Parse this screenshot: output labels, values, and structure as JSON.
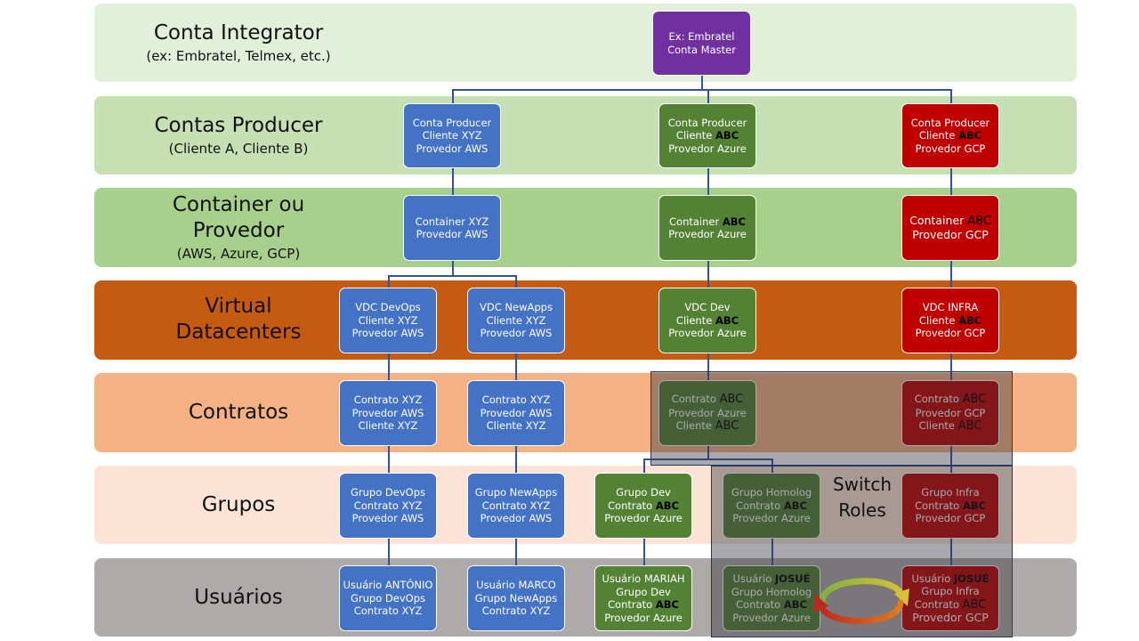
{
  "bands": [
    {
      "title": "Conta Integrator",
      "subtitle": "(ex: Embratel, Telmex,  etc.)",
      "color": "#e2efd9"
    },
    {
      "title": "Contas Producer",
      "subtitle": "(Cliente A, Cliente B)",
      "color": "#c5e0b3"
    },
    {
      "title": "Container ou Provedor",
      "subtitle": "(AWS, Azure, GCP)",
      "color": "#a8d08d"
    },
    {
      "title": "Virtual Datacenters",
      "subtitle": "",
      "color": "#c55a11"
    },
    {
      "title": "Contratos",
      "subtitle": "",
      "color": "#f4b183"
    },
    {
      "title": "Grupos",
      "subtitle": "",
      "color": "#fbe4d5"
    },
    {
      "title": "Usuários",
      "subtitle": "",
      "color": "#aeaaaa"
    }
  ],
  "container_title_lines": [
    "Container ou",
    "Provedor"
  ],
  "vdc_title_lines": [
    "Virtual",
    "Datacenters"
  ],
  "switch_roles_lines": [
    "Switch",
    "Roles"
  ],
  "nodes": {
    "master": [
      "Ex: Embratel",
      "Conta Master"
    ],
    "producer_xyz": [
      "Conta Producer",
      "Cliente XYZ",
      "Provedor AWS"
    ],
    "producer_abc_azure": [
      "Conta Producer",
      "Cliente ",
      "ABC",
      "Provedor Azure"
    ],
    "producer_abc_gcp": [
      "Conta Producer",
      "Cliente ",
      "ABC",
      "Provedor GCP"
    ],
    "container_xyz": [
      "Container XYZ",
      "Provedor AWS"
    ],
    "container_abc_azure": [
      "Container ",
      "ABC",
      "Provedor Azure"
    ],
    "container_abc_gcp": [
      "Container ",
      "ABC",
      "Provedor  GCP"
    ],
    "vdc_devops": [
      "VDC DevOps",
      "Cliente XYZ",
      "Provedor AWS"
    ],
    "vdc_newapps": [
      "VDC NewApps",
      "Cliente XYZ",
      "Provedor AWS"
    ],
    "vdc_dev": [
      "VDC Dev",
      "Cliente ",
      "ABC",
      "Provedor Azure"
    ],
    "vdc_infra": [
      "VDC INFRA",
      "Cliente ",
      "ABC",
      "Provedor GCP"
    ],
    "contrato_xyz_1": [
      "Contrato XYZ",
      "Provedor AWS",
      "Cliente XYZ"
    ],
    "contrato_xyz_2": [
      "Contrato XYZ",
      "Provedor AWS",
      "Cliente XYZ"
    ],
    "contrato_abc_azure": [
      "Contrato ",
      "ABC",
      "Provedor Azure",
      "Cliente ",
      "ABC"
    ],
    "contrato_abc_gcp": [
      "Contrato ",
      "ABC",
      "Provedor GCP",
      "Cliente ",
      "ABC"
    ],
    "grupo_devops": [
      "Grupo DevOps",
      "Contrato XYZ",
      "Provedor AWS"
    ],
    "grupo_newapps": [
      "Grupo NewApps",
      "Contrato XYZ",
      "Provedor AWS"
    ],
    "grupo_dev": [
      "Grupo Dev",
      "Contrato ",
      "ABC",
      "Provedor Azure"
    ],
    "grupo_homolog": [
      "Grupo Homolog",
      "Contrato ",
      "ABC",
      "Provedor Azure"
    ],
    "grupo_infra": [
      "Grupo Infra",
      "Contrato ",
      "ABC",
      "Provedor GCP"
    ],
    "user_antonio": [
      "Usuário ANTÔNIO",
      "Grupo DevOps",
      "Contrato XYZ"
    ],
    "user_marco": [
      "Usuário MARCO",
      "Grupo NewApps",
      "Contrato XYZ"
    ],
    "user_mariah": [
      "Usuário MARIAH",
      "Grupo Dev",
      "Contrato ",
      "ABC",
      "Provedor Azure"
    ],
    "user_josue_homolog": [
      "Usuário ",
      "JOSUÉ",
      "Grupo Homolog",
      "Contrato ",
      "ABC",
      "Provedor Azure"
    ],
    "user_josue_infra": [
      "Usuário ",
      "JOSUÉ",
      "Grupo Infra",
      "Contrato ",
      "ABC",
      "Provedor  GCP"
    ]
  },
  "colors": {
    "aws": "#4472c4",
    "azure": "#548235",
    "gcp": "#c00000",
    "master": "#7030a0",
    "connector": "#2f5597"
  }
}
